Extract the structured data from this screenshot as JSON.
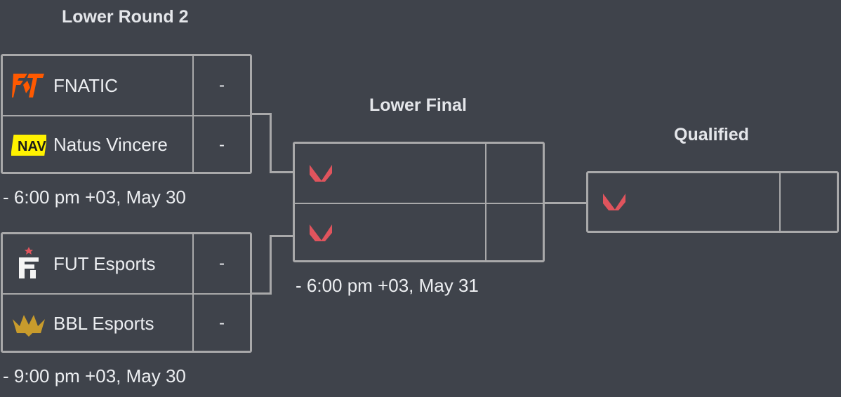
{
  "rounds": {
    "lower_round_2": {
      "title": "Lower Round 2",
      "match1": {
        "teams": [
          {
            "name": "FNATIC",
            "score": "-",
            "logo": "fnatic-logo"
          },
          {
            "name": "Natus Vincere",
            "score": "-",
            "logo": "navi-logo"
          }
        ],
        "time": "-  6:00 pm +03, May 30"
      },
      "match2": {
        "teams": [
          {
            "name": "FUT Esports",
            "score": "-",
            "logo": "fut-logo"
          },
          {
            "name": "BBL Esports",
            "score": "-",
            "logo": "bbl-logo"
          }
        ],
        "time": "-  9:00 pm +03, May 30"
      }
    },
    "lower_final": {
      "title": "Lower Final",
      "match": {
        "teams": [
          {
            "name": "",
            "score": "",
            "logo": "valorant-placeholder-logo"
          },
          {
            "name": "",
            "score": "",
            "logo": "valorant-placeholder-logo"
          }
        ],
        "time": "-  6:00 pm +03, May 31"
      }
    },
    "qualified": {
      "title": "Qualified",
      "slot": {
        "name": "",
        "score": "",
        "logo": "valorant-placeholder-logo"
      }
    }
  },
  "colors": {
    "background": "#3f434b",
    "border": "#a9a9aa",
    "fnatic": "#ff5900",
    "navi": "#fff200",
    "valorant": "#e0545d",
    "bbl": "#c89b2c"
  }
}
